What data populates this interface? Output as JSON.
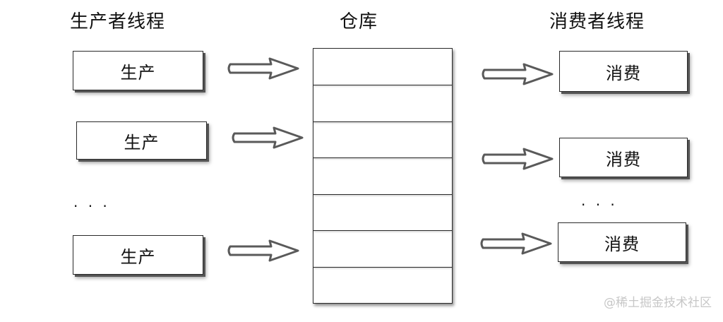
{
  "headings": {
    "producer": "生产者线程",
    "warehouse": "仓库",
    "consumer": "消费者线程"
  },
  "producers": [
    {
      "label": "生产"
    },
    {
      "label": "生产"
    },
    {
      "label": "生产"
    }
  ],
  "consumers": [
    {
      "label": "消费"
    },
    {
      "label": "消费"
    },
    {
      "label": "消费"
    }
  ],
  "ellipsis": {
    "left": "· · ·",
    "right": "· · ·"
  },
  "warehouse": {
    "slot_count": 7
  },
  "watermark": "@稀土掘金技术社区"
}
